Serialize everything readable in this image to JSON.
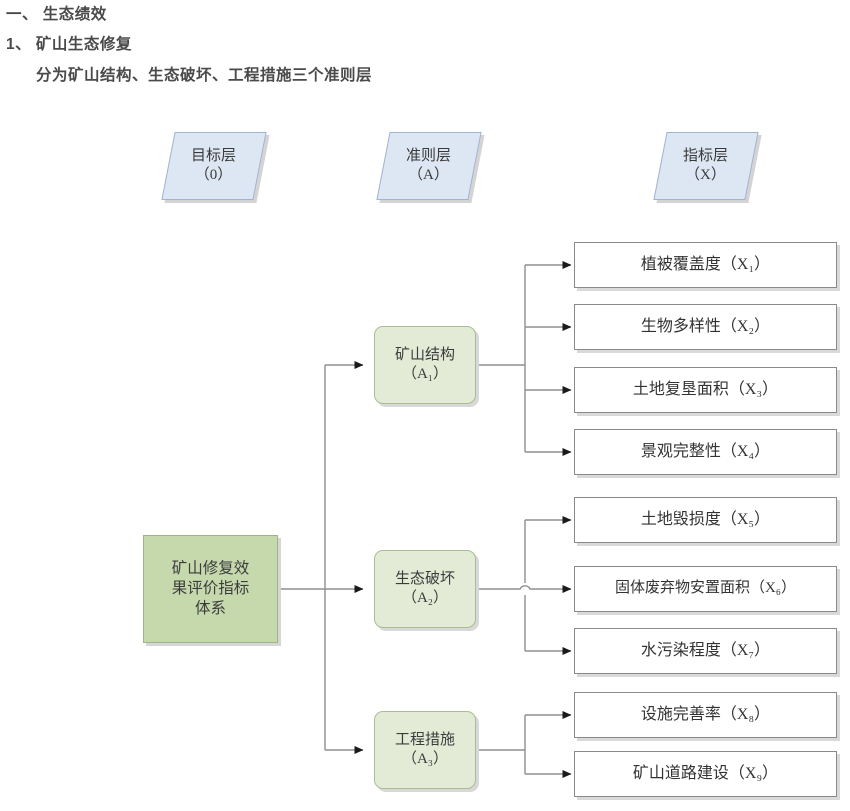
{
  "document": {
    "headings": [
      "一、 生态绩效",
      "1、 矿山生态修复",
      "分为矿山结构、生态破坏、工程措施三个准则层"
    ]
  },
  "colors": {
    "layer_label_fill": "#dce7f3",
    "layer_label_border": "#9fb4cd",
    "goal_fill": "#c5d9ad",
    "goal_border": "#9fb589",
    "criteria_fill": "#e3ebd7",
    "criteria_border": "#a9bd93",
    "indicator_fill": "#ffffff",
    "indicator_border": "#8a8a8a",
    "connector": "#8f8f8f",
    "text": "#3c3c3c",
    "heading_text": "#4a4a4a"
  },
  "diagram": {
    "type": "hierarchy-tree",
    "layer_labels": [
      {
        "id": "O",
        "name": "目标层",
        "code": "（0）",
        "text": "目标层\n（0）"
      },
      {
        "id": "A",
        "name": "准则层",
        "code": "（A）",
        "text": "准则层\n（A）"
      },
      {
        "id": "X",
        "name": "指标层",
        "code": "（X）",
        "text": "指标层\n（X）"
      }
    ],
    "goal": {
      "id": "O",
      "label": "矿山修复效果评价指标体系",
      "text": "矿山修复效\n果评价指标\n体系"
    },
    "criteria": [
      {
        "id": "A1",
        "label": "矿山结构",
        "code": "（A₁）",
        "text": "矿山结构\n（A₁）"
      },
      {
        "id": "A2",
        "label": "生态破坏",
        "code": "（A₂）",
        "text": "生态破坏\n（A₂）"
      },
      {
        "id": "A3",
        "label": "工程措施",
        "code": "（A₃）",
        "text": "工程措施\n（A₃）"
      }
    ],
    "indicators": [
      {
        "id": "X1",
        "parent": "A1",
        "label": "植被覆盖度",
        "code": "（X₁）",
        "text": "植被覆盖度（X₁）"
      },
      {
        "id": "X2",
        "parent": "A1",
        "label": "生物多样性",
        "code": "（X₂）",
        "text": "生物多样性（X₂）"
      },
      {
        "id": "X3",
        "parent": "A1",
        "label": "土地复垦面积",
        "code": "（X₃）",
        "text": "土地复垦面积（X₃）"
      },
      {
        "id": "X4",
        "parent": "A1",
        "label": "景观完整性",
        "code": "（X₄）",
        "text": "景观完整性（X₄）"
      },
      {
        "id": "X5",
        "parent": "A2",
        "label": "土地毁损度",
        "code": "（X₅）",
        "text": "土地毁损度（X₅）"
      },
      {
        "id": "X6",
        "parent": "A2",
        "label": "固体废弃物安置面积",
        "code": "（X₆）",
        "text": "固体废弃物安置面积（X₆）"
      },
      {
        "id": "X7",
        "parent": "A2",
        "label": "水污染程度",
        "code": "（X₇）",
        "text": "水污染程度（X₇）"
      },
      {
        "id": "X8",
        "parent": "A3",
        "label": "设施完善率",
        "code": "（X₈）",
        "text": "设施完善率（X₈）"
      },
      {
        "id": "X9",
        "parent": "A3",
        "label": "矿山道路建设",
        "code": "（X₉）",
        "text": "矿山道路建设（X₉）"
      }
    ]
  }
}
